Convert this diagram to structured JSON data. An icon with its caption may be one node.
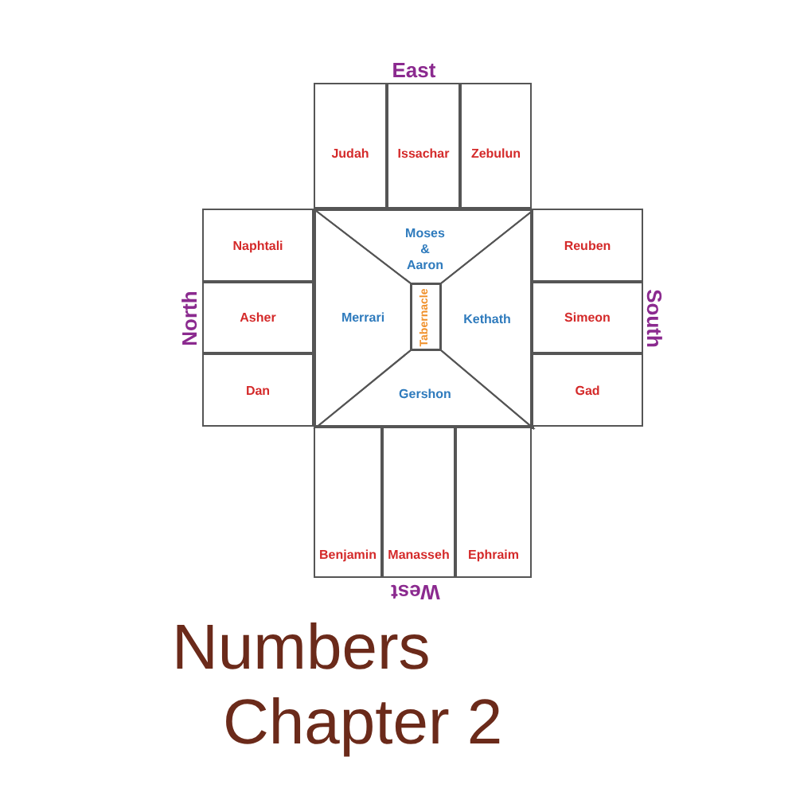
{
  "diagram": {
    "title": "Numbers Chapter 2",
    "nodes": [
      {
        "text": [
          "Judah"
        ]
      },
      {
        "text": [
          "Issachar"
        ]
      },
      {
        "text": [
          "Zebulun"
        ]
      },
      {
        "text": [
          "Naphtali"
        ]
      },
      {
        "text": [],
        "shape": "box"
      },
      {
        "text": [
          "Moses & Aaron"
        ],
        "in": 4
      },
      {
        "text": [
          "Merrari"
        ],
        "in": 4
      },
      {
        "text": [
          "Tabernacle"
        ],
        "in": 4
      },
      {
        "text": [
          "Kethath"
        ],
        "in": 4
      },
      {
        "text": [
          "Gershon"
        ],
        "in": 4
      },
      {
        "text": [
          "Reuben"
        ]
      },
      {
        "text": [
          "Asher"
        ]
      },
      {
        "text": [
          "Simeon"
        ]
      },
      {
        "text": [
          "Dan"
        ]
      },
      {
        "text": [
          "Gad"
        ]
      },
      {
        "text": [
          "Benjamin"
        ]
      },
      {
        "text": [
          "Manasseh"
        ]
      },
      {
        "text": [
          "Ephraim"
        ]
      }
    ],
    "labels": [
      "East",
      "North",
      "South",
      "West"
    ]
  }
}
